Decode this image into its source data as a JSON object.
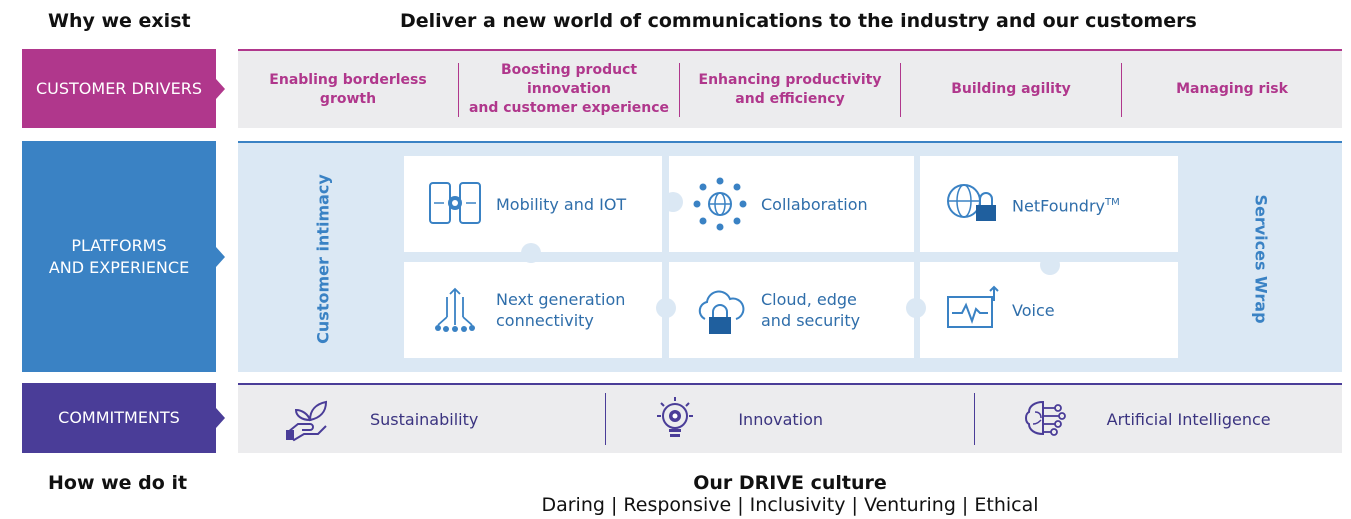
{
  "header": {
    "left": "Why we exist",
    "main": "Deliver a new world of communications to the industry and our customers"
  },
  "rows": {
    "drivers_label": "CUSTOMER DRIVERS",
    "platforms_label_1": "PLATFORMS",
    "platforms_label_2": "AND EXPERIENCE",
    "commitments_label": "COMMITMENTS"
  },
  "drivers": [
    {
      "line1": "Enabling borderless",
      "line2": "growth"
    },
    {
      "line1": "Boosting product innovation",
      "line2": "and customer experience"
    },
    {
      "line1": "Enhancing productivity",
      "line2": "and efficiency"
    },
    {
      "line1": "Building agility",
      "line2": ""
    },
    {
      "line1": "Managing risk",
      "line2": ""
    }
  ],
  "platforms": {
    "side_left": "Customer intimacy",
    "side_right": "Services Wrap",
    "tiles": [
      {
        "line1": "Mobility and IOT",
        "line2": "",
        "icon": "mobile-gear-icon"
      },
      {
        "line1": "Collaboration",
        "line2": "",
        "icon": "network-globe-icon"
      },
      {
        "line1": "NetFoundry",
        "sup": "TM",
        "line2": "",
        "icon": "globe-lock-icon"
      },
      {
        "line1": "Next generation",
        "line2": "connectivity",
        "icon": "circuit-arrows-icon"
      },
      {
        "line1": "Cloud, edge",
        "line2": "and security",
        "icon": "cloud-lock-icon"
      },
      {
        "line1": "Voice",
        "line2": "",
        "icon": "waveform-icon"
      }
    ]
  },
  "commitments": [
    {
      "label": "Sustainability",
      "icon": "hand-plant-icon"
    },
    {
      "label": "Innovation",
      "icon": "lightbulb-gear-icon"
    },
    {
      "label": "Artificial Intelligence",
      "icon": "brain-circuit-icon"
    }
  ],
  "footer": {
    "left": "How we do it",
    "title": "Our DRIVE culture",
    "values": "Daring | Responsive | Inclusivity | Venturing | Ethical"
  },
  "colors": {
    "drivers": "#b0378c",
    "platforms": "#3a82c4",
    "commitments": "#4a3d98"
  }
}
